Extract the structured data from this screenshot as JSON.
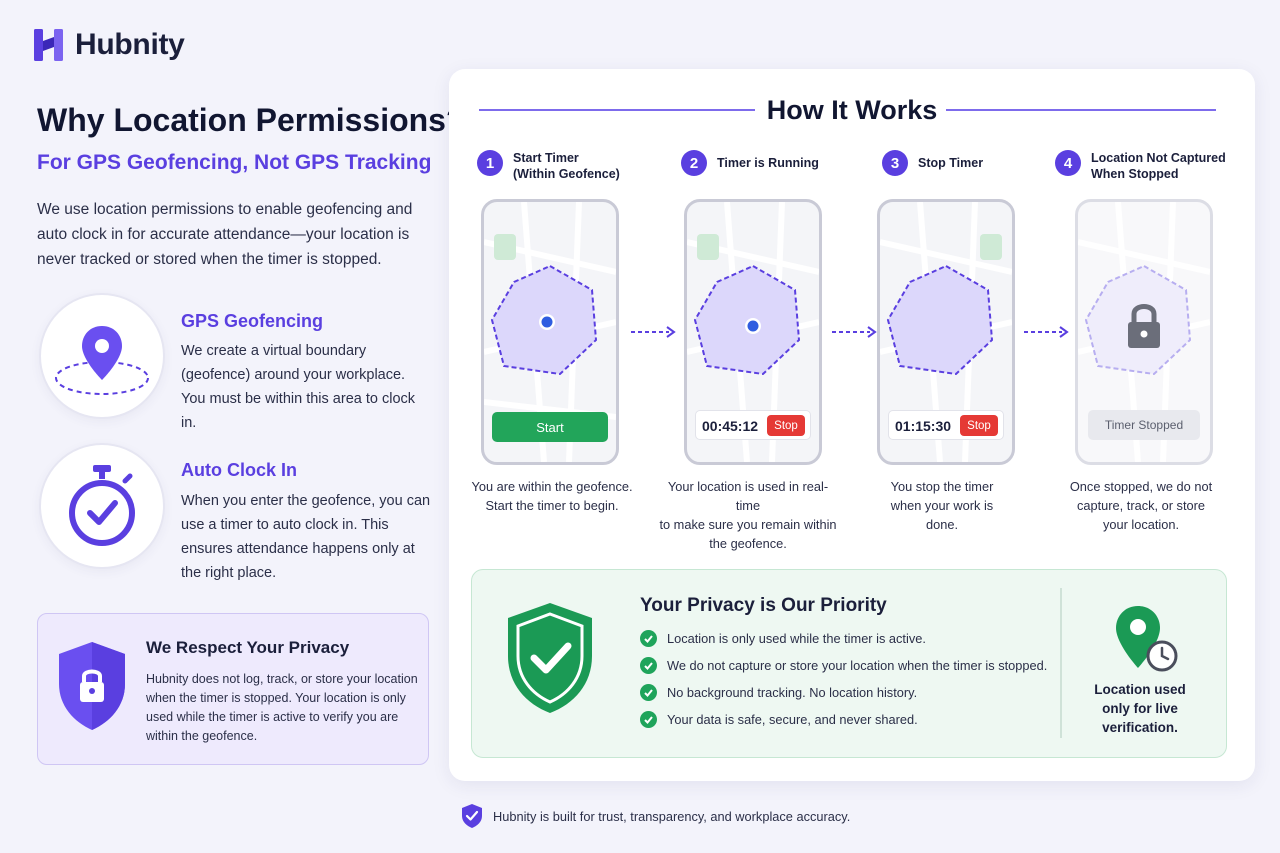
{
  "brand": {
    "name": "Hubnity"
  },
  "left": {
    "title": "Why Location Permissions?",
    "subtitle": "For GPS Geofencing, Not GPS Tracking",
    "intro": "We use location permissions to enable geofencing and auto clock in for accurate attendance—your location is never tracked or stored when the timer is stopped.",
    "features": [
      {
        "title": "GPS Geofencing",
        "text": "We create a virtual boundary (geofence) around your workplace. You must be within this area to clock in.",
        "icon": "map-pin-geofence-icon"
      },
      {
        "title": "Auto Clock In",
        "text": "When you enter the geofence, you can use a timer to auto clock in. This ensures attendance happens only at the right place.",
        "icon": "stopwatch-icon"
      }
    ],
    "privacy_card": {
      "title": "We Respect Your Privacy",
      "text": "Hubnity does not log, track, or store your location when the timer is stopped. Your location is only used while the timer is active to verify you are within the geofence.",
      "icon": "shield-lock-icon"
    }
  },
  "how_it_works": {
    "title": "How It Works",
    "steps": [
      {
        "num": "1",
        "label_line1": "Start Timer",
        "label_line2": "(Within Geofence)",
        "button": "Start",
        "timer": "",
        "desc_lines": [
          "You are within the geofence.",
          "Start the timer to begin."
        ]
      },
      {
        "num": "2",
        "label_line1": "Timer is Running",
        "label_line2": "",
        "button": "Stop",
        "timer": "00:45:12",
        "desc_lines": [
          "Your location is used in real-time",
          "to make sure you remain within",
          "the geofence."
        ]
      },
      {
        "num": "3",
        "label_line1": "Stop Timer",
        "label_line2": "",
        "button": "Stop",
        "timer": "01:15:30",
        "desc_lines": [
          "You stop the timer",
          "when your work is",
          "done."
        ]
      },
      {
        "num": "4",
        "label_line1": "Location Not Captured",
        "label_line2": "When Stopped",
        "button": "Timer Stopped",
        "timer": "",
        "desc_lines": [
          "Once stopped, we do not",
          "capture, track, or store",
          "your location."
        ]
      }
    ]
  },
  "privacy_box": {
    "title": "Your Privacy is Our Priority",
    "items": [
      "Location is only used while the timer is active.",
      "We do not capture or store your location when the timer is stopped.",
      "No background tracking. No location history.",
      "Your data is safe, secure, and never shared."
    ],
    "side_lines": [
      "Location used",
      "only for live",
      "verification."
    ]
  },
  "footer": {
    "text": "Hubnity is built for trust, transparency, and workplace accuracy."
  },
  "colors": {
    "accent": "#5a3fe0",
    "green": "#1fa45b",
    "red": "#e53935",
    "dark": "#111631"
  }
}
